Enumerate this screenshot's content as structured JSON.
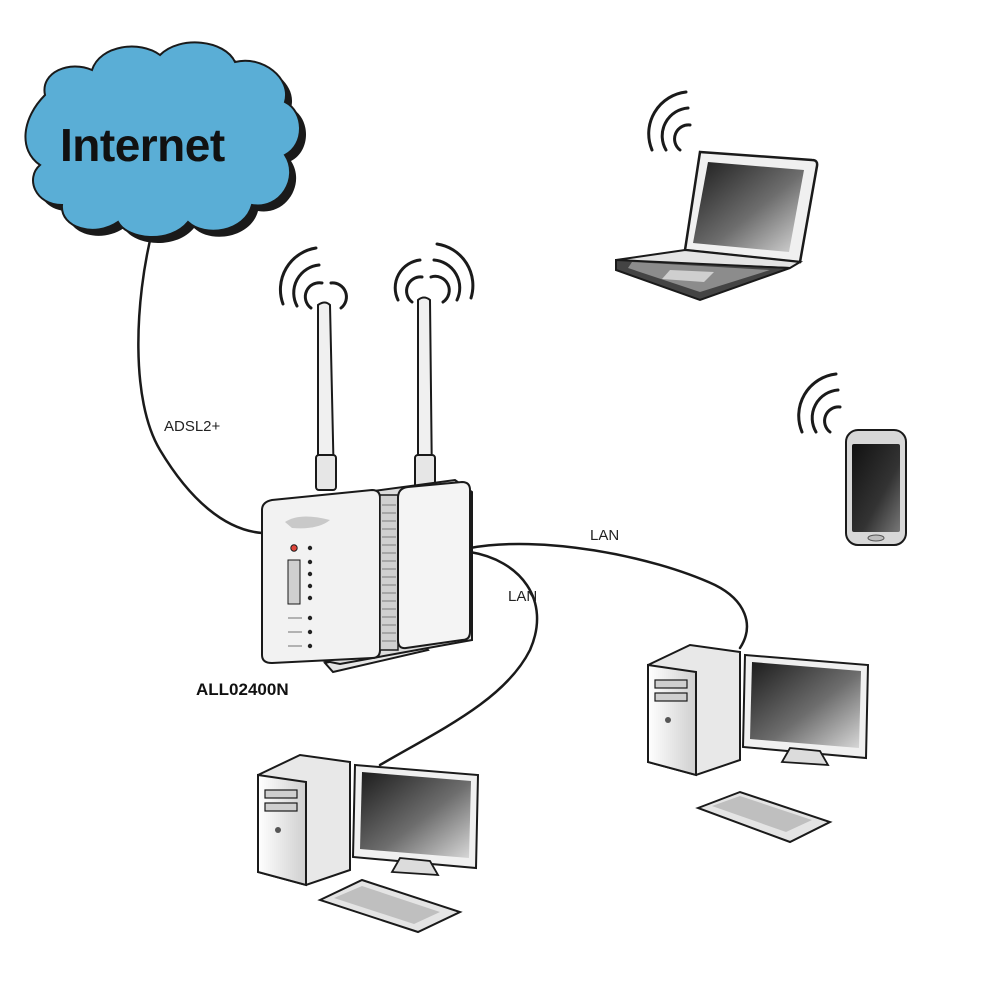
{
  "diagram": {
    "cloud_label": "Internet",
    "router_model": "ALL02400N",
    "connections": {
      "adsl": "ADSL2+",
      "lan_right": "LAN",
      "lan_left": "LAN"
    },
    "colors": {
      "cloud_fill": "#5aaed6",
      "outline": "#1a1a1a",
      "router_body": "#f2f2f2",
      "screen_dark": "#333333",
      "led_red": "#e0453a"
    }
  }
}
